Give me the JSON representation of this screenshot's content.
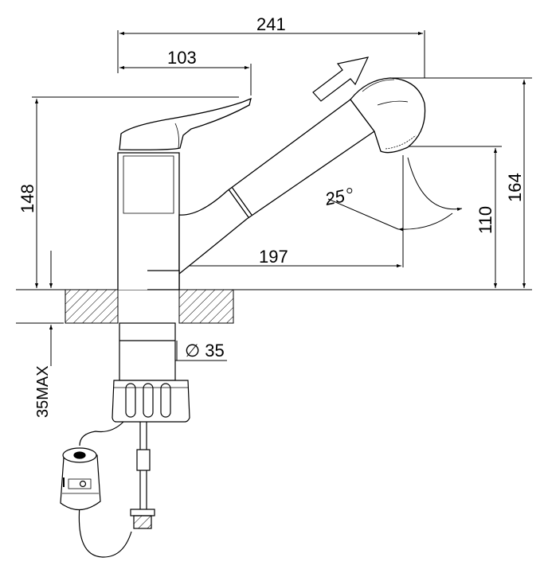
{
  "drawing": {
    "dimensions": {
      "overall_length": "241",
      "handle_length": "103",
      "height_to_handle": "148",
      "spout_height": "164",
      "outlet_height": "110",
      "spout_reach": "197",
      "swivel_angle": "25",
      "hole_diameter": "∅ 35",
      "max_counter_thickness": "35MAX"
    }
  }
}
